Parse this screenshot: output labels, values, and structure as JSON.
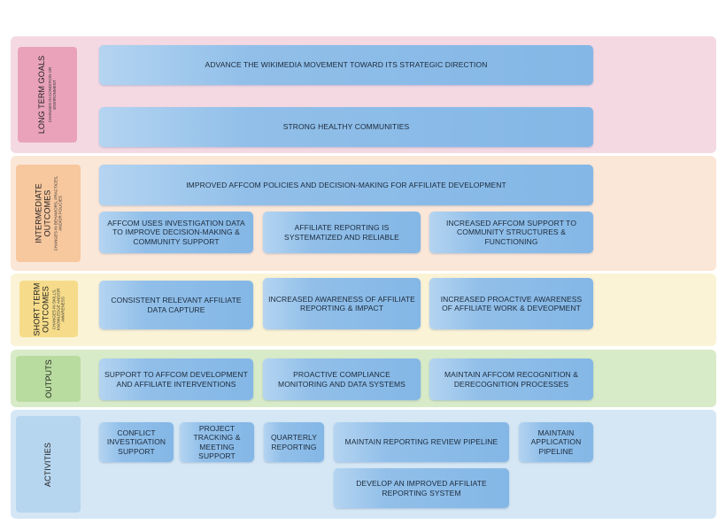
{
  "rows": {
    "long_term": {
      "title_lines": [
        "LONG TERM GOALS"
      ],
      "subtitle_lines": [
        "CHANGES IN CONDITION OR",
        "ENVIRONMENT"
      ]
    },
    "intermediate": {
      "title_lines": [
        "INTERMEDIATE",
        "OUTCOMES"
      ],
      "subtitle_lines": [
        "CHANGES IN BEHAVIORS, PRACTICES,",
        "AND/OR POLICIES"
      ]
    },
    "short_term": {
      "title_lines": [
        "SHORT TERM",
        "OUTCOMES"
      ],
      "subtitle_lines": [
        "CHANGES IN SKILLS,",
        "KNOWLEDGE AND/OR",
        "AWARENESS"
      ]
    },
    "outputs": {
      "title_lines": [
        "OUTPUTS"
      ],
      "subtitle_lines": []
    },
    "activities": {
      "title_lines": [
        "ACTIVITIES"
      ],
      "subtitle_lines": []
    }
  },
  "boxes": {
    "lt1": "ADVANCE THE WIKIMEDIA MOVEMENT TOWARD ITS STRATEGIC DIRECTION",
    "lt2": "STRONG HEALTHY COMMUNITIES",
    "io1": "IMPROVED AFFCOM POLICIES AND DECISION-MAKING FOR AFFILIATE DEVELOPMENT",
    "io2": "AFFCOM  USES INVESTIGATION DATA TO IMPROVE  DECISION-MAKING & COMMUNITY SUPPORT",
    "io3": "AFFILIATE REPORTING IS SYSTEMATIZED AND RELIABLE",
    "io4": "INCREASED AFFCOM SUPPORT TO COMMUNITY STRUCTURES & FUNCTIONING",
    "st1": "CONSISTENT RELEVANT AFFILIATE DATA CAPTURE",
    "st2": "INCREASED AWARENESS OF AFFILIATE REPORTING & IMPACT",
    "st3": "INCREASED PROACTIVE AWARENESS OF AFFILIATE WORK & DEVEOPMENT",
    "op1": "SUPPORT TO AFFCOM DEVELOPMENT AND AFFILIATE INTERVENTIONS",
    "op2": "PROACTIVE COMPLIANCE MONITORING AND DATA SYSTEMS",
    "op3": "MAINTAIN AFFCOM RECOGNITION & DERECOGNITION PROCESSES",
    "ac1": "CONFLICT INVESTIGATION SUPPORT",
    "ac2": "PROJECT TRACKING & MEETING SUPPORT",
    "ac3": "QUARTERLY REPORTING",
    "ac4": "MAINTAIN REPORTING REVIEW PIPELINE",
    "ac5": "MAINTAIN APPLICATION PIPELINE",
    "ac6": "DEVELOP AN IMPROVED AFFILIATE REPORTING SYSTEM"
  },
  "colors": {
    "long_term_band": "#f4d9e3",
    "long_term_label": "#e9a2ba",
    "intermediate_band": "#fbe7d8",
    "intermediate_label": "#f7c79e",
    "short_term_band": "#fbf3d6",
    "short_term_label": "#f6dc8a",
    "outputs_band": "#d8ebc8",
    "outputs_label": "#b8dc9f",
    "activities_band": "#d5e7f5",
    "activities_label": "#b6d5ef",
    "box_fill": "#84b7e6"
  }
}
